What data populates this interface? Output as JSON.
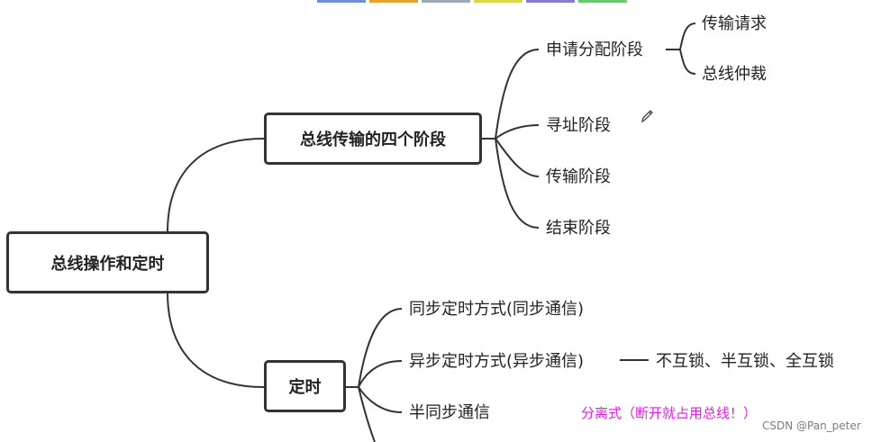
{
  "root": {
    "label": "总线操作和定时"
  },
  "branch_phases": {
    "label": "总线传输的四个阶段",
    "children": [
      {
        "label": "申请分配阶段",
        "children": [
          {
            "label": "传输请求"
          },
          {
            "label": "总线仲裁"
          }
        ]
      },
      {
        "label": "寻址阶段"
      },
      {
        "label": "传输阶段"
      },
      {
        "label": "结束阶段"
      }
    ]
  },
  "branch_timing": {
    "label": "定时",
    "children": [
      {
        "label": "同步定时方式(同步通信)"
      },
      {
        "label": "异步定时方式(异步通信)",
        "detail": "不互锁、半互锁、全互锁"
      },
      {
        "label": "半同步通信"
      }
    ]
  },
  "annotation": {
    "text": "分离式（断开就占用总线！）",
    "color": "#e11de0"
  },
  "watermark": {
    "text": "CSDN @Pan_peter"
  },
  "icons": {
    "edit": "pencil-icon"
  },
  "colors": {
    "line": "#333333",
    "top_strip": [
      "#6f8fd8",
      "#e6a030",
      "#a0a8b8",
      "#d8d84a",
      "#8a7ad0",
      "#6cc870"
    ]
  }
}
